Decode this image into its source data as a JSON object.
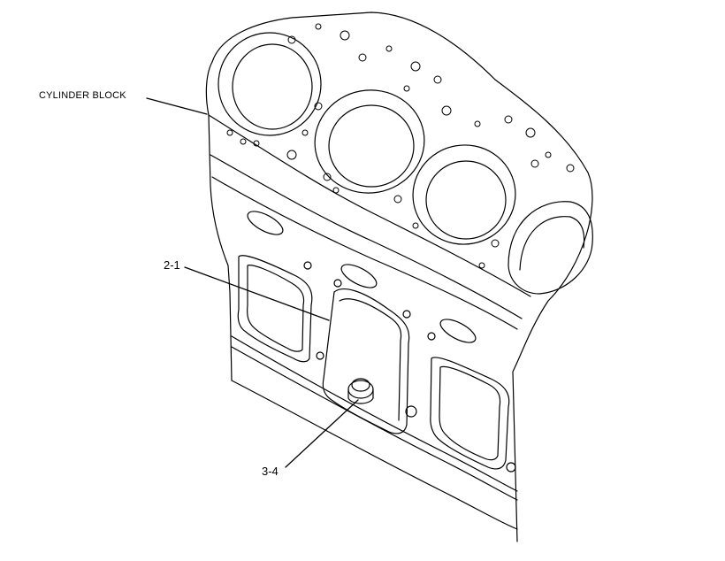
{
  "callouts": {
    "cylinder_block": "CYLINDER BLOCK",
    "part_2_1": "2-1",
    "part_3_4": "3-4"
  },
  "colors": {
    "line": "#000000",
    "background": "#ffffff"
  }
}
